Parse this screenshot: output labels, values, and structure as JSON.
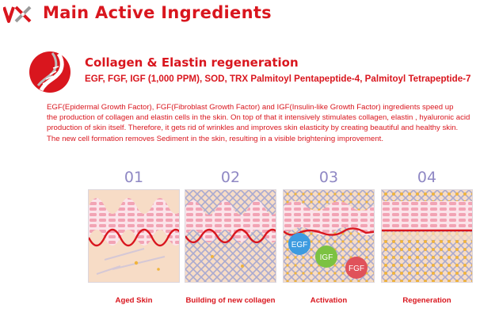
{
  "header": {
    "logo_text": "VX",
    "title": "Main Active Ingredients"
  },
  "section": {
    "heading": "Collagen & Elastin regeneration",
    "ingredients": "EGF, FGF, IGF (1,000 PPM), SOD, TRX Palmitoyl Pentapeptide-4, Palmitoyl Tetrapeptide-7",
    "description_lines": [
      "EGF(Epidermal Growth Factor), FGF(Fibroblast Growth Factor) and IGF(Insulin-like Growth Factor) ingredients  speed up",
      "the production of collagen and elastin cells in the skin. On top of that it  intensively stimulates collagen, elastin , hyaluronic acid",
      "production of skin itself.  Therefore, it gets rid of wrinkles and improves skin  elasticity by creating  beautiful and  healthy skin.",
      "The new cell formation removes Sediment in the skin, resulting in a visible brightening improvement."
    ]
  },
  "stages": [
    {
      "number": "01",
      "caption": "Aged Skin"
    },
    {
      "number": "02",
      "caption": "Building of new collagen"
    },
    {
      "number": "03",
      "caption": "Activation"
    },
    {
      "number": "04",
      "caption": "Regeneration"
    }
  ],
  "factors": [
    {
      "label": "EGF",
      "color": "#3d9be0"
    },
    {
      "label": "IGF",
      "color": "#7cc242"
    },
    {
      "label": "FGF",
      "color": "#e0525a"
    }
  ],
  "colors": {
    "brand_red": "#d9161e",
    "stage_number": "#8f88c4",
    "skin_pink": "#f2a3b4",
    "dermis_beige": "#f7dcc6",
    "collagen_mesh": "#a9aad0",
    "cell_gold": "#f0b43c"
  }
}
